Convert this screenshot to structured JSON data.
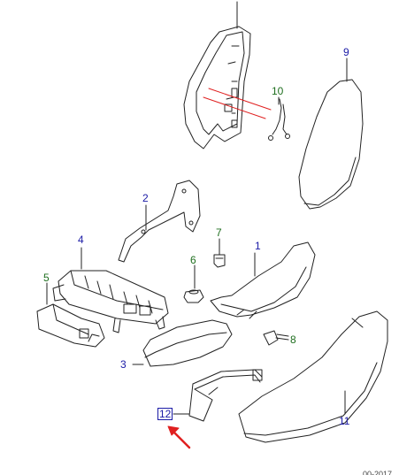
{
  "diagram": {
    "footer_code": "00-2017",
    "callouts": [
      {
        "id": "1",
        "label": "1",
        "color": "blue"
      },
      {
        "id": "2",
        "label": "2",
        "color": "blue"
      },
      {
        "id": "3",
        "label": "3",
        "color": "blue"
      },
      {
        "id": "4",
        "label": "4",
        "color": "blue"
      },
      {
        "id": "5",
        "label": "5",
        "color": "green"
      },
      {
        "id": "6",
        "label": "6",
        "color": "green"
      },
      {
        "id": "7",
        "label": "7",
        "color": "green"
      },
      {
        "id": "8",
        "label": "8",
        "color": "green"
      },
      {
        "id": "9",
        "label": "9",
        "color": "blue"
      },
      {
        "id": "10",
        "label": "10",
        "color": "green"
      },
      {
        "id": "11",
        "label": "11",
        "color": "blue"
      },
      {
        "id": "12",
        "label": "12",
        "color": "blue",
        "highlighted": true
      }
    ],
    "colors": {
      "blue_callout": "#1a1aa6",
      "green_callout": "#1e6e1e",
      "pointer_arrow": "#e02020",
      "section_line": "#e02020",
      "part_outline": "#222222"
    }
  }
}
